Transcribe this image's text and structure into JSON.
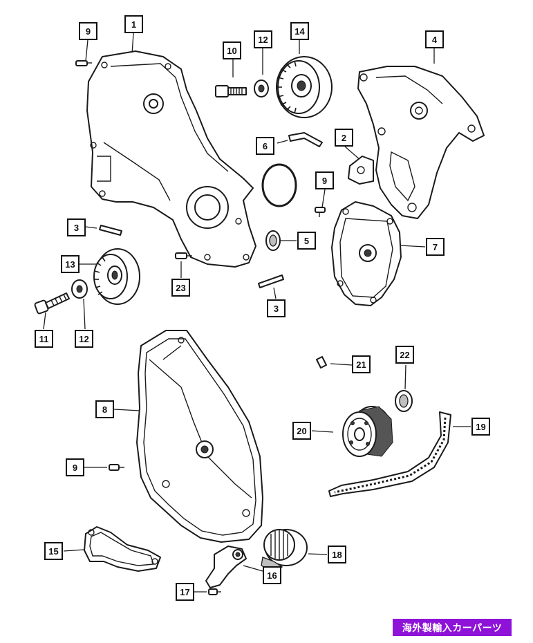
{
  "diagram": {
    "callouts": [
      {
        "id": "c-9a",
        "label": "9"
      },
      {
        "id": "c-1",
        "label": "1"
      },
      {
        "id": "c-10",
        "label": "10"
      },
      {
        "id": "c-12a",
        "label": "12"
      },
      {
        "id": "c-14",
        "label": "14"
      },
      {
        "id": "c-4",
        "label": "4"
      },
      {
        "id": "c-6",
        "label": "6"
      },
      {
        "id": "c-2",
        "label": "2"
      },
      {
        "id": "c-9b",
        "label": "9"
      },
      {
        "id": "c-3a",
        "label": "3"
      },
      {
        "id": "c-5",
        "label": "5"
      },
      {
        "id": "c-7",
        "label": "7"
      },
      {
        "id": "c-13",
        "label": "13"
      },
      {
        "id": "c-23",
        "label": "23"
      },
      {
        "id": "c-3b",
        "label": "3"
      },
      {
        "id": "c-11",
        "label": "11"
      },
      {
        "id": "c-12b",
        "label": "12"
      },
      {
        "id": "c-21",
        "label": "21"
      },
      {
        "id": "c-22",
        "label": "22"
      },
      {
        "id": "c-8",
        "label": "8"
      },
      {
        "id": "c-20",
        "label": "20"
      },
      {
        "id": "c-19",
        "label": "19"
      },
      {
        "id": "c-9c",
        "label": "9"
      },
      {
        "id": "c-15",
        "label": "15"
      },
      {
        "id": "c-18",
        "label": "18"
      },
      {
        "id": "c-16",
        "label": "16"
      },
      {
        "id": "c-17",
        "label": "17"
      }
    ]
  },
  "badge": {
    "text": "海外製輸入カーパーツ",
    "color": "#8e12d8"
  }
}
